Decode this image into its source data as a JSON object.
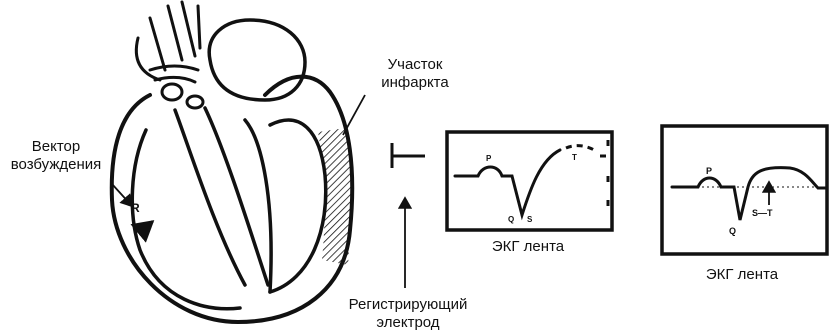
{
  "labels": {
    "infarct_line1": "Участок",
    "infarct_line2": "инфаркта",
    "vector_line1": "Вектор",
    "vector_line2": "возбуждения",
    "electrode_line1": "Регистрирующий",
    "electrode_line2": "электрод",
    "ecg_tape_1": "ЭКГ лента",
    "ecg_tape_2": "ЭКГ лента"
  },
  "ecg1": {
    "p": "P",
    "q": "Q",
    "s": "S",
    "t": "T"
  },
  "ecg2": {
    "p": "P",
    "q": "Q",
    "st": "S—T"
  },
  "heart": {
    "r": "R"
  },
  "colors": {
    "ink": "#111111",
    "background": "#ffffff"
  }
}
